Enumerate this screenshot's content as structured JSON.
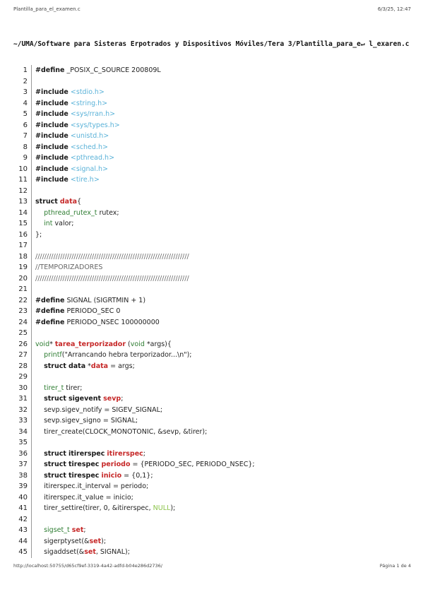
{
  "header": {
    "title": "Plantilla_para_el_examen.c",
    "datetime": "6/3/25, 12:47"
  },
  "file_path": "~/UMA/Software para Sisteras Erpotrados y Dispositivos Móviles/Tera 3/Plantilla_para_e↵ l_exaren.c",
  "footer": {
    "url": "http://localhost:50755/d65cf9ef-3319-4a42-adfd-b04e286d2736/",
    "page": "Página 1 de 4"
  },
  "code_lines": [
    {
      "n": "1",
      "html": "<span class='kw'>#define</span> _POSIX_C_SOURCE 200809L"
    },
    {
      "n": "2",
      "html": ""
    },
    {
      "n": "3",
      "html": "<span class='kw'>#include</span> <span class='str'>&lt;stdio.h&gt;</span>"
    },
    {
      "n": "4",
      "html": "<span class='kw'>#include</span> <span class='str'>&lt;string.h&gt;</span>"
    },
    {
      "n": "5",
      "html": "<span class='kw'>#include</span> <span class='str'>&lt;sys/rran.h&gt;</span>"
    },
    {
      "n": "6",
      "html": "<span class='kw'>#include</span> <span class='str'>&lt;sys/types.h&gt;</span>"
    },
    {
      "n": "7",
      "html": "<span class='kw'>#include</span> <span class='str'>&lt;unistd.h&gt;</span>"
    },
    {
      "n": "8",
      "html": "<span class='kw'>#include</span> <span class='str'>&lt;sched.h&gt;</span>"
    },
    {
      "n": "9",
      "html": "<span class='kw'>#include</span> <span class='str'>&lt;pthread.h&gt;</span>"
    },
    {
      "n": "10",
      "html": "<span class='kw'>#include</span> <span class='str'>&lt;signal.h&gt;</span>"
    },
    {
      "n": "11",
      "html": "<span class='kw'>#include</span> <span class='str'>&lt;tire.h&gt;</span>"
    },
    {
      "n": "12",
      "html": ""
    },
    {
      "n": "13",
      "html": "<span class='kw'>struct</span> <span class='fn'>data</span>{"
    },
    {
      "n": "14",
      "html": "    <span class='ty'>pthread_rutex_t</span> rutex;"
    },
    {
      "n": "15",
      "html": "    <span class='ty'>int</span> valor;"
    },
    {
      "n": "16",
      "html": "};"
    },
    {
      "n": "17",
      "html": ""
    },
    {
      "n": "18",
      "html": "<span class='cmt'>////////////////////////////////////////////////////////////////////</span>"
    },
    {
      "n": "19",
      "html": "<span class='cmt'>//TEMPORIZADORES</span>"
    },
    {
      "n": "20",
      "html": "<span class='cmt'>////////////////////////////////////////////////////////////////////</span>"
    },
    {
      "n": "21",
      "html": ""
    },
    {
      "n": "22",
      "html": "<span class='kw'>#define</span> SIGNAL (SIGRTMIN + 1)"
    },
    {
      "n": "23",
      "html": "<span class='kw'>#define</span> PERIODO_SEC 0"
    },
    {
      "n": "24",
      "html": "<span class='kw'>#define</span> PERIODO_NSEC 100000000"
    },
    {
      "n": "25",
      "html": ""
    },
    {
      "n": "26",
      "html": "<span class='ty'>void</span>* <span class='fn'>tarea_terporizador</span> (<span class='ty'>void</span> *args){"
    },
    {
      "n": "27",
      "html": "    <span class='ty'>printf</span>(\"Arrancando hebra terporizador...\\n\");"
    },
    {
      "n": "28",
      "html": "    <span class='kw'>struct</span> <span class='kw'>data</span> *<span class='var'>data</span> = args;"
    },
    {
      "n": "29",
      "html": ""
    },
    {
      "n": "30",
      "html": "    <span class='ty'>tirer_t</span> tirer;"
    },
    {
      "n": "31",
      "html": "    <span class='kw'>struct</span> <span class='kw'>sigevent</span> <span class='var'>sevp</span>;"
    },
    {
      "n": "32",
      "html": "    sevp.sigev_notify = SIGEV_SIGNAL;"
    },
    {
      "n": "33",
      "html": "    sevp.sigev_signo = SIGNAL;"
    },
    {
      "n": "34",
      "html": "    tirer_create(CLOCK_MONOTONIC, &amp;sevp, &amp;tirer);"
    },
    {
      "n": "35",
      "html": ""
    },
    {
      "n": "36",
      "html": "    <span class='kw'>struct</span> <span class='kw'>itirerspec</span> <span class='var'>itirerspec</span>;"
    },
    {
      "n": "37",
      "html": "    <span class='kw'>struct</span> <span class='kw'>tirespec</span> <span class='var'>periodo</span> = {PERIODO_SEC, PERIODO_NSEC};"
    },
    {
      "n": "38",
      "html": "    <span class='kw'>struct</span> <span class='kw'>tirespec</span> <span class='var'>inicio</span> = {0,1};"
    },
    {
      "n": "39",
      "html": "    itirerspec.it_interval = periodo;"
    },
    {
      "n": "40",
      "html": "    itirerspec.it_value = inicio;"
    },
    {
      "n": "41",
      "html": "    tirer_settire(tirer, 0, &amp;itirerspec, <span class='nul'>NULL</span>);"
    },
    {
      "n": "42",
      "html": ""
    },
    {
      "n": "43",
      "html": "    <span class='ty'>sigset_t</span> <span class='var'>set</span>;"
    },
    {
      "n": "44",
      "html": "    sigerptyset(&amp;<span class='var'>set</span>);"
    },
    {
      "n": "45",
      "html": "    sigaddset(&amp;<span class='var'>set</span>, SIGNAL);"
    }
  ]
}
